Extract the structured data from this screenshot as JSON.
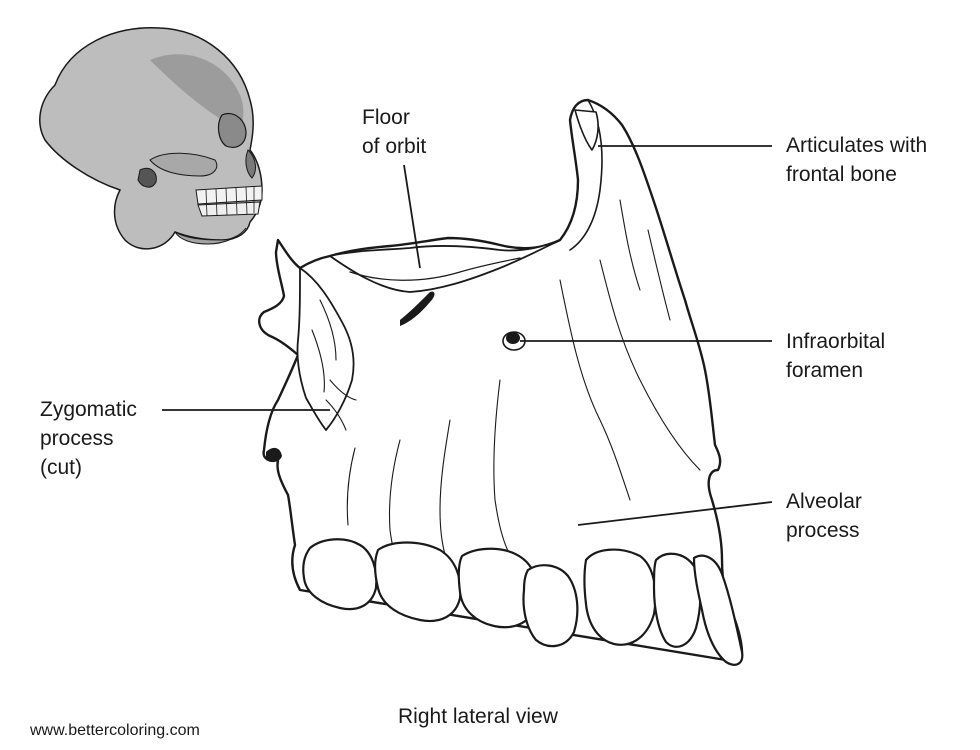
{
  "labels": {
    "floor_of_orbit": [
      "Floor",
      "of orbit"
    ],
    "articulates": [
      "Articulates with",
      "frontal bone"
    ],
    "infraorbital": [
      "Infraorbital",
      "foramen"
    ],
    "zygomatic": [
      "Zygomatic",
      "process",
      "(cut)"
    ],
    "alveolar": [
      "Alveolar",
      "process"
    ]
  },
  "caption": "Right lateral view",
  "credit": "www.bettercoloring.com",
  "colors": {
    "ink": "#1a1a1a",
    "skull_fill": "#b9b9b9",
    "skull_shadow": "#8c8c8c",
    "bone_fill": "#ffffff"
  }
}
